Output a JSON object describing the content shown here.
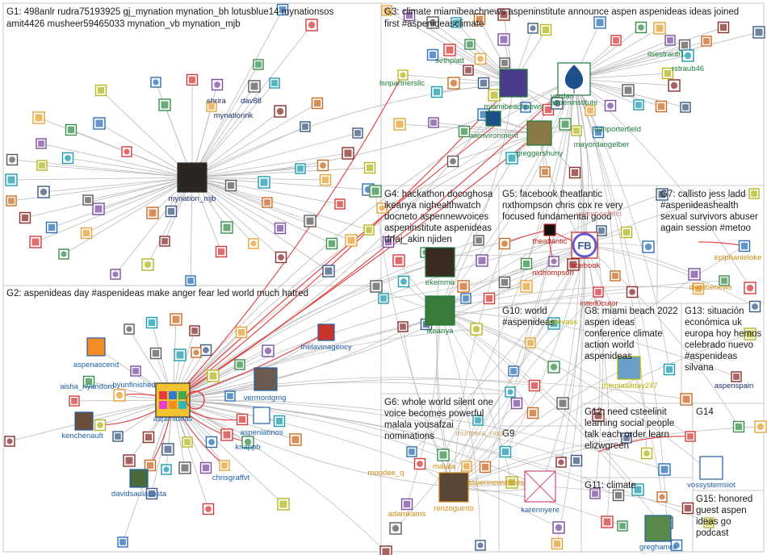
{
  "colors": {
    "edge": "#b9b9b9",
    "edge_highlight": "#e23b3b",
    "box_border": "#c8c8c8",
    "label_blue": "#1f5fa8",
    "label_green": "#1c7a3a",
    "label_red": "#c0201a",
    "label_orange": "#d08a14",
    "label_yellow": "#b7b000",
    "label_navy": "#1a2b6b"
  },
  "groups": [
    {
      "id": "G1",
      "text": "G1: 498anlr rudra75193925 gj_mynation mynation_bh lotusblue14 mynationsos",
      "text2": "amit4426 musheer59465033 mynation_vb mynation_mjb"
    },
    {
      "id": "G2",
      "text": "G2: aspenideas day #aspenideas make anger fear led world much hatred",
      "text2": ""
    },
    {
      "id": "G3",
      "text": "G3: climate miamibeachnews aspeninstitute announce aspen aspenideas ideas joined",
      "text2": "first #aspenideasclimate"
    },
    {
      "id": "G4",
      "text": "G4: hackathon docoghosa",
      "text2": "ikeanya nighealthwatch",
      "text3": "docneto aspennewvoices",
      "text4": "aspeninstitute aspenideas",
      "text5": "drfaj_akin njiden"
    },
    {
      "id": "G5",
      "text": "G5: facebook theatlantic",
      "text2": "nxthompson chris cox re very",
      "text3": "focused fundamental good"
    },
    {
      "id": "G6",
      "text": "G6: whole world silent one",
      "text2": "voice becomes powerful",
      "text3": "malala yousafzai",
      "text4": "nominations"
    },
    {
      "id": "G7",
      "text": "G7: callisto jess ladd",
      "text2": "#aspenideashealth",
      "text3": "sexual survivors abuser",
      "text4": "again session #metoo"
    },
    {
      "id": "G8",
      "text": "G8: miami beach 2022",
      "text2": "aspen ideas",
      "text3": "conference climate",
      "text4": "action world",
      "text5": "aspenideas"
    },
    {
      "id": "G9",
      "text": "G9"
    },
    {
      "id": "G10",
      "text": "G10: world",
      "text2": "#aspenideas"
    },
    {
      "id": "G11",
      "text": "G11: climate"
    },
    {
      "id": "G12",
      "text": "G12: need csteelinit",
      "text2": "learning social people",
      "text3": "talk each order learn",
      "text4": "elizwgreen"
    },
    {
      "id": "G13",
      "text": "G13: situación",
      "text2": "económica uk",
      "text3": "europa hoy hemos",
      "text4": "celebrado nuevo",
      "text5": "#aspenideas",
      "text6": "silvana"
    },
    {
      "id": "G14",
      "text": "G14"
    },
    {
      "id": "G15",
      "text": "G15: honored",
      "text2": "guest aspen",
      "text3": "ideas go",
      "text4": "podcast"
    }
  ],
  "labels": {
    "mynation_mjb": "mynation_mjb",
    "shrira": "shrira",
    "dav88": "dav88",
    "mynationnk": "mynationnk",
    "aspenideas": "aspenideas",
    "thelavinagency": "thelavinagency",
    "vermontgmg": "vermontgmg",
    "aspenlatinos": "aspenlatinos",
    "knappb": "knappb",
    "chrisgraffvt": "chrisgraffvt",
    "davidsaulacosta": "davidsaulacosta",
    "kenchenault": "kenchenault",
    "aisha_nyandoro": "aisha_nyandoro",
    "byunfinished": "byunfinished",
    "aspenascend": "aspenascend",
    "sethplatt": "sethplatt",
    "lsnpartnersllc": "lsnpartnersllc",
    "miamibeachnews": "miamibeachnews",
    "aspeninstitute": "aspeninstitute",
    "aienvironment": "aienvironment",
    "greggershuny": "greggershuny",
    "mayordangelber": "mayordangelber",
    "danporterfield": "danporterfield",
    "ilsestraub1": "ilsestraub1",
    "rstraub46": "rstraub46",
    "yordan": "yordan",
    "ekemma": "ekemma",
    "ikeanya": "ikeanya",
    "theatlantic": "theatlantic",
    "facebook": "facebook",
    "nxthompson": "nxthompson",
    "interl0cutor": "interl0cutor",
    "kylevass": "kylevass",
    "epiphanieloke": "epiphanieloke",
    "diatribenews": "diatribenews",
    "themiaallday247": "themiaallday247",
    "aspenspain": "aspenspain",
    "muneera_rash": "muneera_rash",
    "moodee_q": "moodee_q",
    "malala": "malala",
    "aspennewvoices": "aspennewvoices",
    "adamkams": "adamkams",
    "renzoguinto": "renzoguinto",
    "karennyere": "karennyere",
    "vossystemsiot": "vossystemsiot",
    "greghamra": "greghamra",
    "g5_overlay": "valenceeffect"
  }
}
